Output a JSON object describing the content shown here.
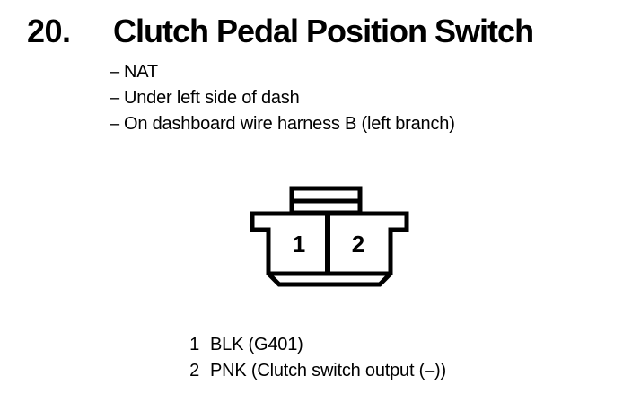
{
  "page": {
    "background": "#ffffff",
    "ink": "#000000"
  },
  "header": {
    "number": "20.",
    "title": "Clutch Pedal Position Switch"
  },
  "details": {
    "bullet": "–",
    "items": [
      "NAT",
      "Under left side of dash",
      "On dashboard wire harness B (left branch)"
    ]
  },
  "connector": {
    "description": "2-cavity connector, front view, locking tab on top",
    "pins": [
      "1",
      "2"
    ]
  },
  "legend": [
    {
      "pin": "1",
      "label": "BLK (G401)"
    },
    {
      "pin": "2",
      "label": "PNK (Clutch switch output (–))"
    }
  ]
}
